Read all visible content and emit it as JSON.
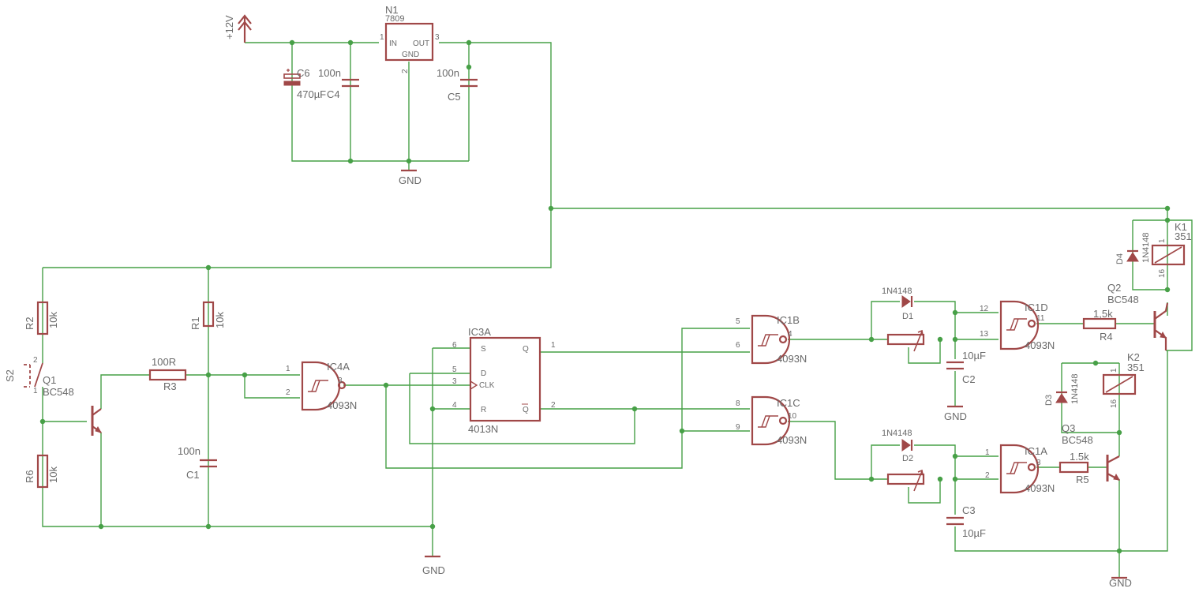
{
  "supply": {
    "label": "+12V",
    "gnd_top": "GND",
    "gnd_mid": "GND",
    "gnd_right1": "GND",
    "gnd_right2": "GND"
  },
  "regulator": {
    "name": "N1",
    "value": "7809",
    "pin_in": "IN",
    "pin_out": "OUT",
    "pin_gnd": "GND",
    "pin1": "1",
    "pin2": "2",
    "pin3": "3"
  },
  "caps": {
    "c6": {
      "name": "C6",
      "value": "470µF"
    },
    "c4": {
      "name": "C4",
      "value": "100n"
    },
    "c5": {
      "name": "C5",
      "value": "100n"
    },
    "c1": {
      "name": "C1",
      "value": "100n"
    },
    "c2": {
      "name": "C2",
      "value": "10µF"
    },
    "c3": {
      "name": "C3",
      "value": "10µF"
    }
  },
  "resistors": {
    "r1": {
      "name": "R1",
      "value": "10k"
    },
    "r2": {
      "name": "R2",
      "value": "10k"
    },
    "r6": {
      "name": "R6",
      "value": "10k"
    },
    "r3": {
      "name": "R3",
      "value": "100R"
    },
    "r4": {
      "name": "R4",
      "value": "1,5k"
    },
    "r5": {
      "name": "R5",
      "value": "1.5k"
    }
  },
  "switch": {
    "name": "S2",
    "pin1": "1",
    "pin2": "2"
  },
  "transistors": {
    "q1": {
      "name": "Q1",
      "value": "BC548"
    },
    "q2": {
      "name": "Q2",
      "value": "BC548"
    },
    "q3": {
      "name": "Q3",
      "value": "BC548"
    }
  },
  "gates": {
    "ic4a": {
      "name": "IC4A",
      "part": "4093N",
      "pins": [
        "1",
        "2",
        "3"
      ]
    },
    "ic1b": {
      "name": "IC1B",
      "part": "4093N",
      "pins": [
        "5",
        "6",
        "4"
      ]
    },
    "ic1c": {
      "name": "IC1C",
      "part": "4093N",
      "pins": [
        "8",
        "9",
        "10"
      ]
    },
    "ic1d": {
      "name": "IC1D",
      "part": "4093N",
      "pins": [
        "12",
        "13",
        "11"
      ]
    },
    "ic1a": {
      "name": "IC1A",
      "part": "4093N",
      "pins": [
        "1",
        "2",
        "3"
      ]
    }
  },
  "flipflop": {
    "name": "IC3A",
    "part": "4013N",
    "pin_s": "S",
    "pin_d": "D",
    "pin_clk": "CLK",
    "pin_r": "R",
    "pin_q": "Q",
    "pin_qn": "Q",
    "pins": [
      "6",
      "5",
      "3",
      "4",
      "1",
      "2"
    ]
  },
  "diodes": {
    "d1": {
      "name": "D1",
      "value": "1N4148"
    },
    "d2": {
      "name": "D2",
      "value": "1N4148"
    },
    "d3": {
      "name": "D3",
      "value": "1N4148"
    },
    "d4": {
      "name": "D4",
      "value": "1N4148"
    }
  },
  "relays": {
    "k1": {
      "name": "K1",
      "value": "351",
      "pin1": "1",
      "pin16": "16"
    },
    "k2": {
      "name": "K2",
      "value": "351",
      "pin1": "1",
      "pin16": "16"
    }
  }
}
